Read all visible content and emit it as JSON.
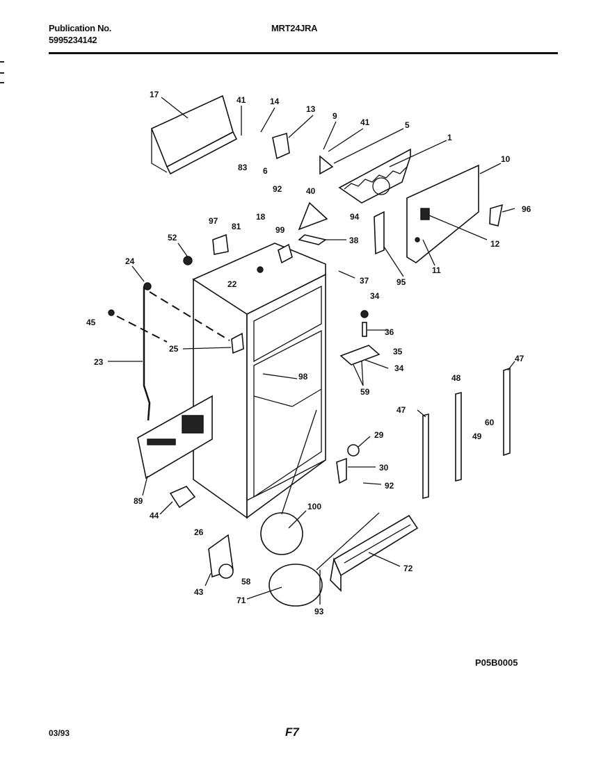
{
  "header": {
    "publication_label": "Publication No.",
    "publication_number": "5995234142",
    "model": "MRT24JRA"
  },
  "diagram_code": "P05B0005",
  "footer": {
    "date": "03/93",
    "page": "F7"
  },
  "callouts": [
    "17",
    "41",
    "14",
    "13",
    "9",
    "41",
    "5",
    "1",
    "10",
    "83",
    "6",
    "92",
    "40",
    "96",
    "94",
    "97",
    "81",
    "18",
    "99",
    "38",
    "52",
    "12",
    "11",
    "95",
    "24",
    "37",
    "22",
    "34",
    "36",
    "45",
    "35",
    "34",
    "25",
    "59",
    "23",
    "98",
    "47",
    "48",
    "60",
    "49",
    "47",
    "29",
    "30",
    "92",
    "89",
    "44",
    "100",
    "72",
    "26",
    "58",
    "43",
    "71",
    "93"
  ]
}
